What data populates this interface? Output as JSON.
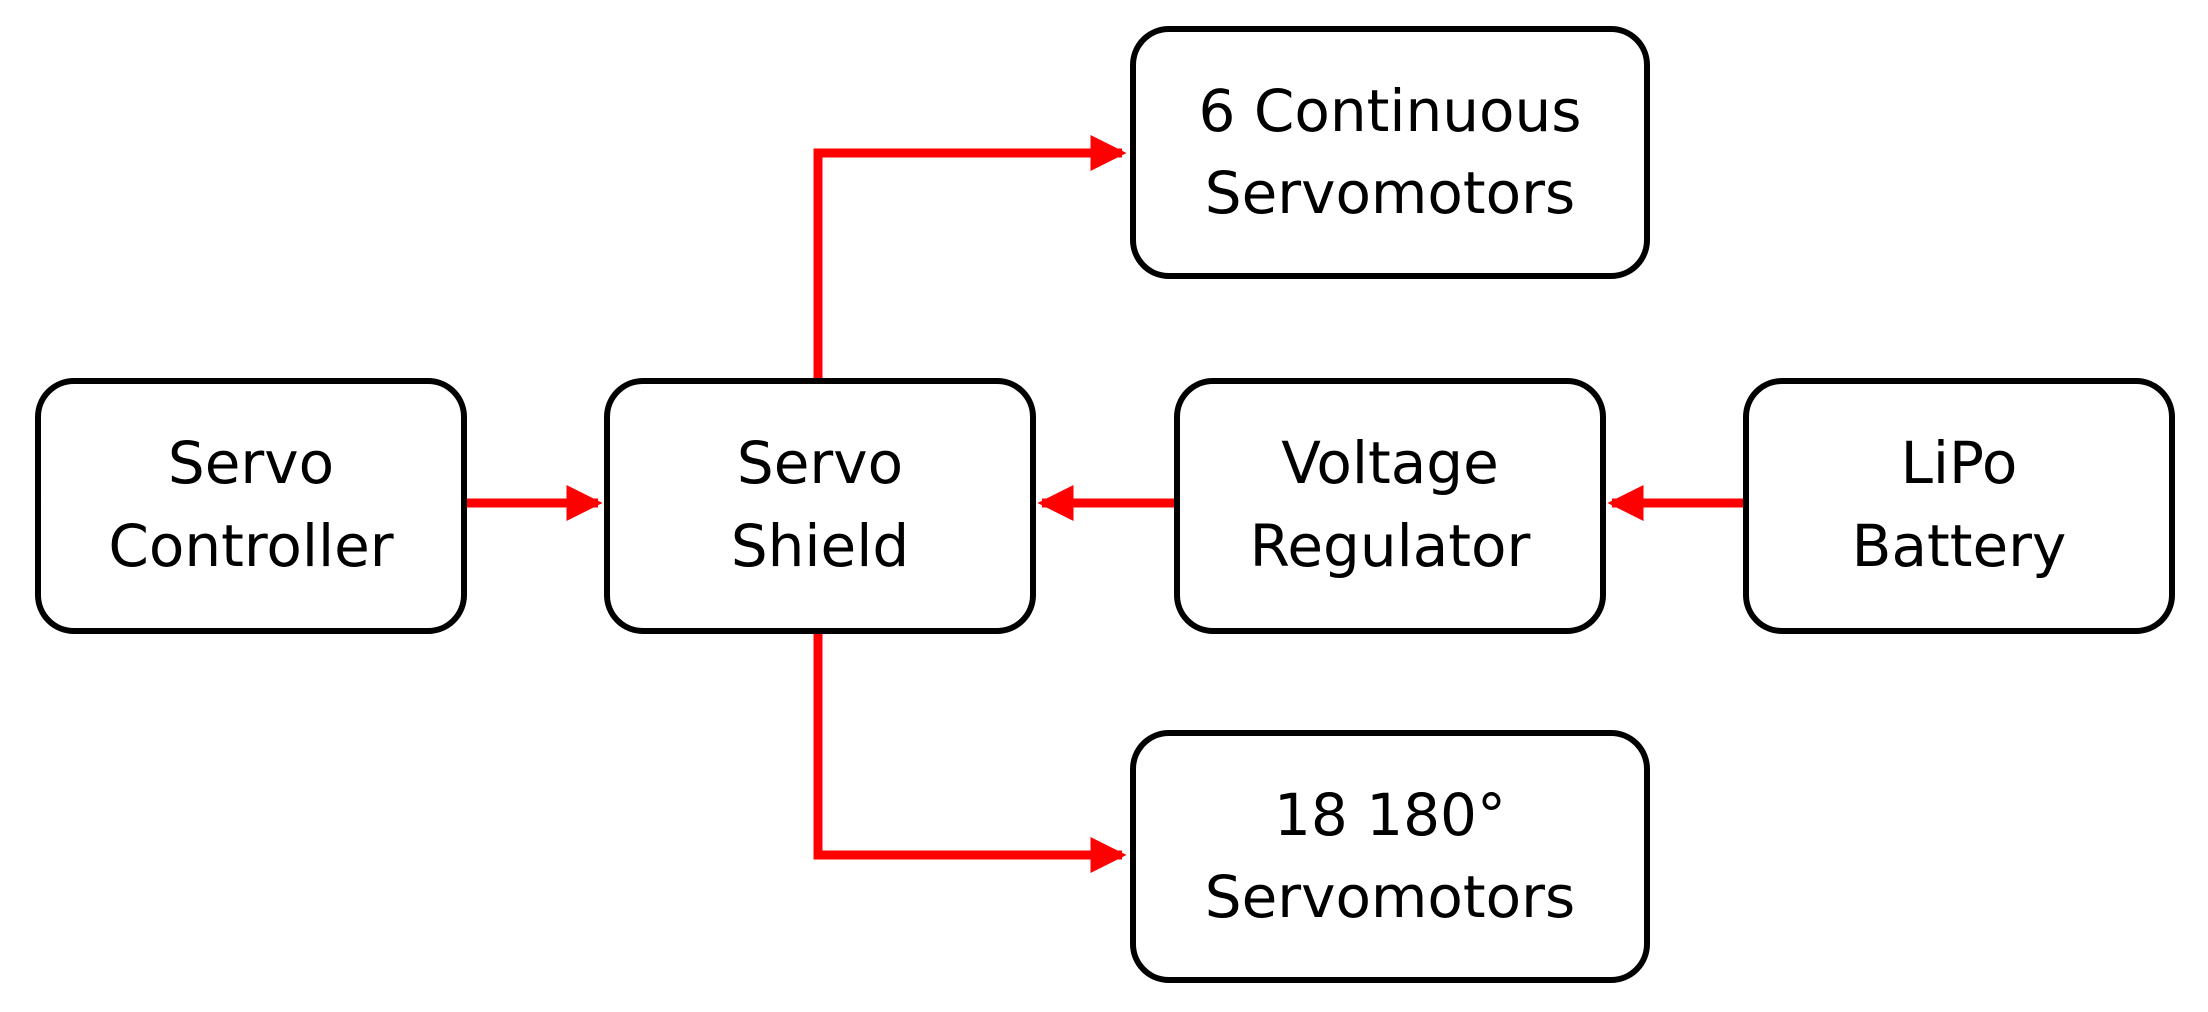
{
  "nodes": {
    "servo_controller": {
      "line1": "Servo",
      "line2": "Controller"
    },
    "servo_shield": {
      "line1": "Servo",
      "line2": "Shield"
    },
    "voltage_regulator": {
      "line1": "Voltage",
      "line2": "Regulator"
    },
    "lipo_battery": {
      "line1": "LiPo",
      "line2": "Battery"
    },
    "continuous_servomotors": {
      "line1": "6 Continuous",
      "line2": "Servomotors"
    },
    "servomotors_180": {
      "line1": "18 180°",
      "line2": "Servomotors"
    }
  },
  "edges": [
    {
      "from": "Servo Controller",
      "to": "Servo Shield"
    },
    {
      "from": "LiPo Battery",
      "to": "Voltage Regulator"
    },
    {
      "from": "Voltage Regulator",
      "to": "Servo Shield"
    },
    {
      "from": "Servo Shield",
      "to": "6 Continuous Servomotors"
    },
    {
      "from": "Servo Shield",
      "to": "18 180° Servomotors"
    }
  ],
  "colors": {
    "arrow": "#ff0000",
    "box_border": "#000000",
    "box_fill": "#ffffff",
    "text": "#000000"
  }
}
